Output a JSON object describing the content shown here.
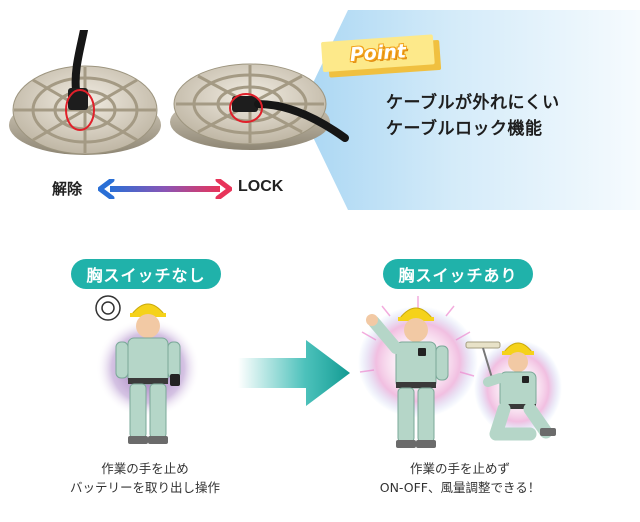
{
  "top": {
    "point_label": "Point",
    "feature_line1": "ケーブルが外れにくい",
    "feature_line2": "ケーブルロック機能",
    "release_label": "解除",
    "lock_label": "LOCK"
  },
  "bottom": {
    "left_title": "胸スイッチなし",
    "right_title": "胸スイッチあり",
    "left_caption_line1": "作業の手を止め",
    "left_caption_line2": "バッテリーを取り出し操作",
    "right_caption_line1": "作業の手を止めず",
    "right_caption_line2": "ON-OFF、風量調整できる！"
  },
  "colors": {
    "teal": "#20b2aa",
    "blue_panel": "#a9d6f3",
    "badge_yellow": "#fde98a",
    "arrow_blue": "#2a6fd6",
    "arrow_pink": "#e8345a"
  }
}
